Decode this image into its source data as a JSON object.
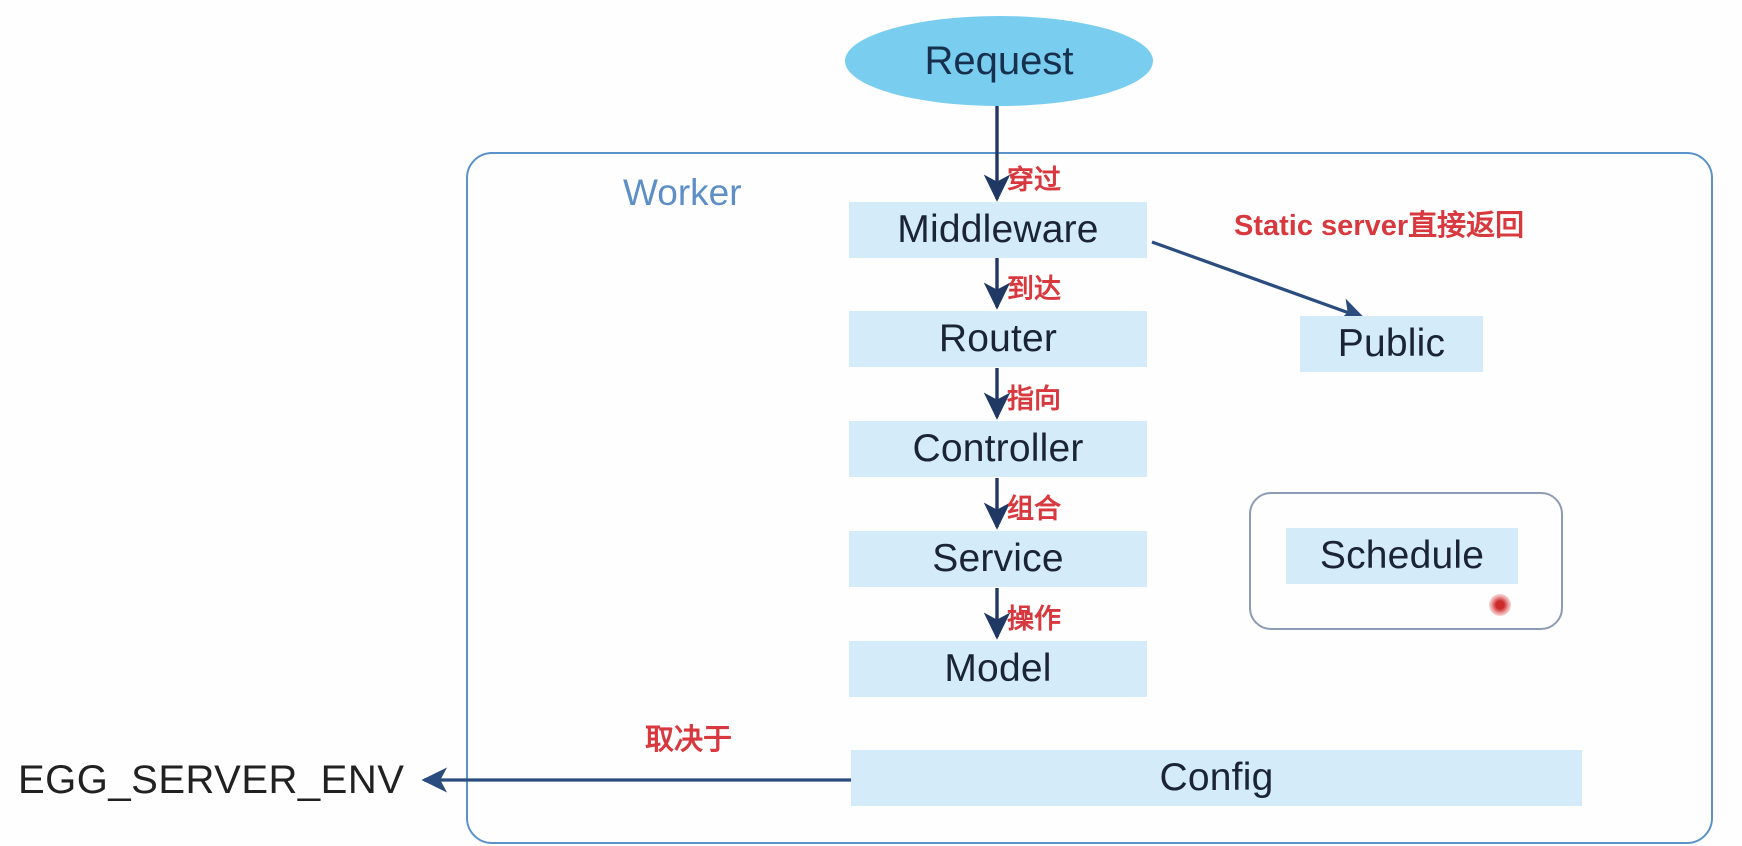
{
  "diagram": {
    "title": "Egg.js Worker request lifecycle diagram",
    "colors": {
      "node_fill": "#d4ecf9",
      "request_fill": "#79cdee",
      "frame_stroke": "#5b92c9",
      "schedule_stroke": "#8e9bb4",
      "arrow_stroke": "#1f3864",
      "annotation_red": "#d8393f",
      "worker_label_blue": "#5d8fc6",
      "node_text": "#1b2434"
    },
    "container": {
      "worker_label": "Worker",
      "schedule_label": "Schedule"
    },
    "nodes": [
      {
        "id": "request",
        "label": "Request",
        "shape": "ellipse"
      },
      {
        "id": "middleware",
        "label": "Middleware",
        "shape": "rect"
      },
      {
        "id": "router",
        "label": "Router",
        "shape": "rect"
      },
      {
        "id": "controller",
        "label": "Controller",
        "shape": "rect"
      },
      {
        "id": "service",
        "label": "Service",
        "shape": "rect"
      },
      {
        "id": "model",
        "label": "Model",
        "shape": "rect"
      },
      {
        "id": "public",
        "label": "Public",
        "shape": "rect"
      },
      {
        "id": "schedule",
        "label": "Schedule",
        "shape": "rect"
      },
      {
        "id": "config",
        "label": "Config",
        "shape": "rect"
      },
      {
        "id": "egg_server_env",
        "label": "EGG_SERVER_ENV",
        "shape": "text"
      }
    ],
    "edges": [
      {
        "from": "request",
        "to": "middleware",
        "label": "穿过"
      },
      {
        "from": "middleware",
        "to": "router",
        "label": "到达"
      },
      {
        "from": "router",
        "to": "controller",
        "label": "指向"
      },
      {
        "from": "controller",
        "to": "service",
        "label": "组合"
      },
      {
        "from": "service",
        "to": "model",
        "label": "操作"
      },
      {
        "from": "middleware",
        "to": "public",
        "label": "Static server直接返回"
      },
      {
        "from": "config",
        "to": "egg_server_env",
        "label": "取决于"
      }
    ],
    "annotations": {
      "through": "穿过",
      "arrive": "到达",
      "point_to": "指向",
      "combine": "组合",
      "operate": "操作",
      "static_server": "Static server直接返回",
      "depends_on": "取决于"
    }
  }
}
